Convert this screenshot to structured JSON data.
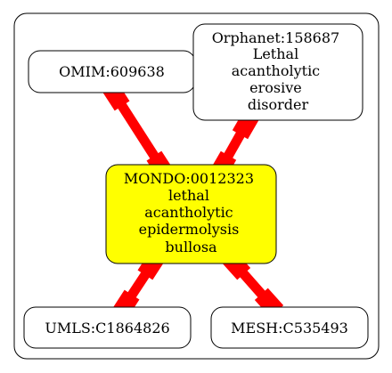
{
  "nodes": {
    "omim": {
      "lines": [
        "OMIM:609638"
      ]
    },
    "orphanet": {
      "lines": [
        "Orphanet:158687",
        "Lethal",
        "acantholytic",
        "erosive",
        "disorder"
      ]
    },
    "mondo": {
      "lines": [
        "MONDO:0012323",
        "lethal",
        "acantholytic",
        "epidermolysis",
        "bullosa"
      ],
      "fill": "#ffff00"
    },
    "umls": {
      "lines": [
        "UMLS:C1864826"
      ]
    },
    "mesh": {
      "lines": [
        "MESH:C535493"
      ]
    }
  },
  "edge_color": "#ff0000"
}
